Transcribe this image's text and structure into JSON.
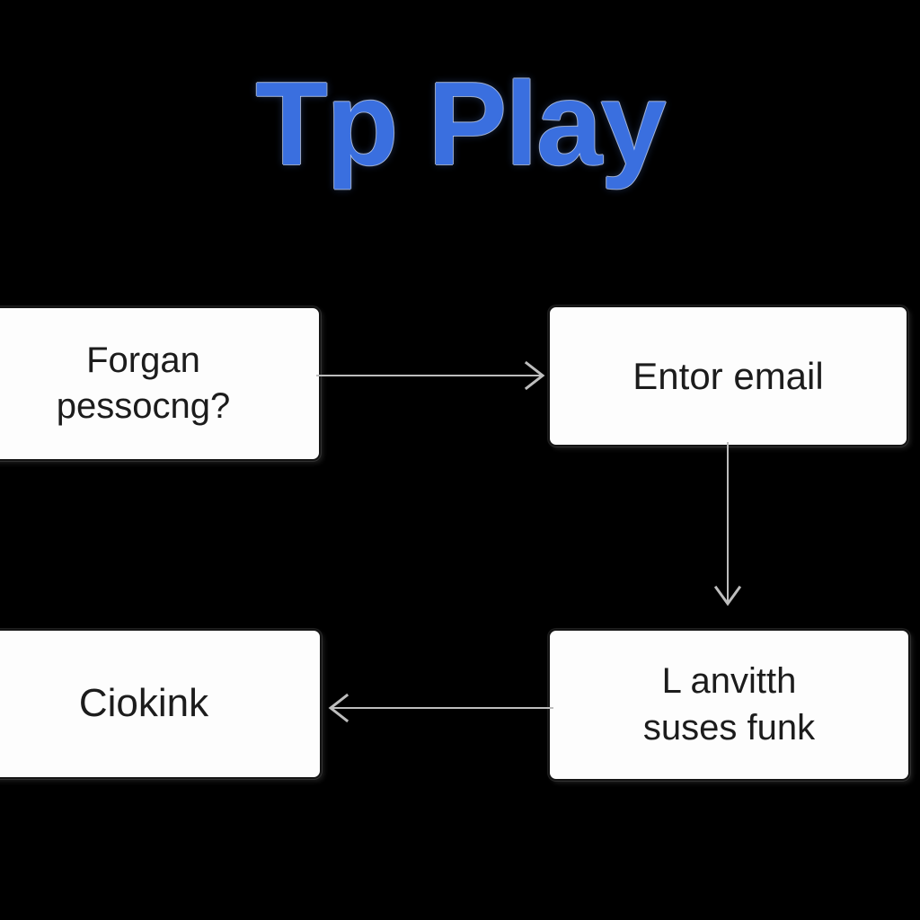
{
  "page": {
    "background_color": "#000000",
    "title": "Tp Play",
    "title_color": "#3a6fdf"
  },
  "diagram": {
    "type": "flowchart",
    "node_fill": "#fdfdfd",
    "node_border_color": "#141414",
    "node_text_color": "#1c1c1c",
    "connector_color": "#bdbdbd",
    "nodes": [
      {
        "id": "forgot",
        "label": "Forgan\npessocng?",
        "position": "top-left",
        "clipped_at_left_edge": true
      },
      {
        "id": "email",
        "label": "Entor email",
        "position": "top-right"
      },
      {
        "id": "check",
        "label": "Ciokink",
        "position": "bottom-left",
        "clipped_at_left_edge": true
      },
      {
        "id": "link",
        "label": "L anvitth\nsuses funk",
        "position": "bottom-right"
      }
    ],
    "connectors": [
      {
        "id": "forgot-to-email",
        "from": "forgot",
        "to": "email",
        "direction": "right",
        "arrowhead": "chevron"
      },
      {
        "id": "email-to-link",
        "from": "email",
        "to": "link",
        "direction": "down",
        "arrowhead": "chevron"
      },
      {
        "id": "link-to-check",
        "from": "link",
        "to": "check",
        "direction": "left",
        "arrowhead": "chevron"
      }
    ]
  }
}
